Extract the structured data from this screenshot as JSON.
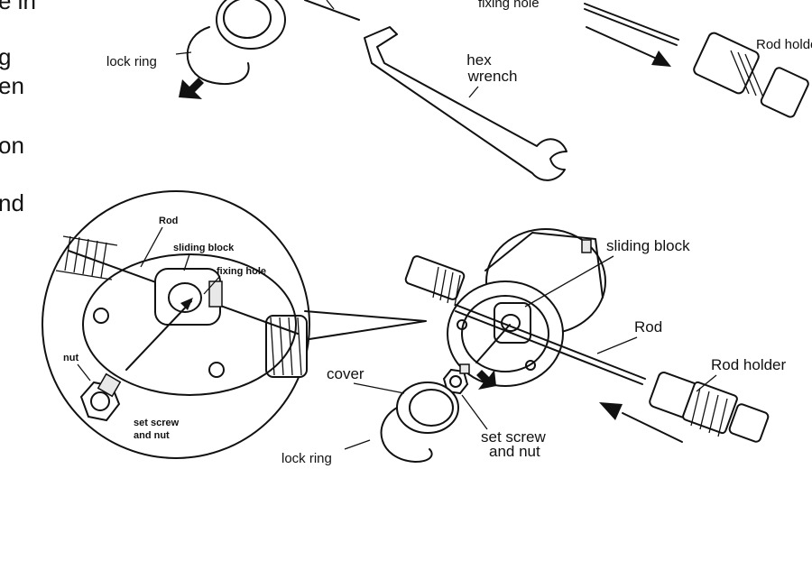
{
  "side_text_fragments": [
    "e in",
    "g",
    "en",
    "on",
    "nd"
  ],
  "labels": {
    "top_fixing_hole": "fixing hole",
    "top_rod_holder": "Rod holder",
    "top_lock_ring": "lock ring",
    "hex_wrench": [
      "hex",
      "wrench"
    ],
    "sliding_block": "sliding block",
    "rod": "Rod",
    "rod_holder": "Rod holder",
    "cover": "cover",
    "set_screw_and_nut": [
      "set screw",
      "and nut"
    ],
    "lock_ring": "lock ring"
  },
  "inset_labels": {
    "rod": "Rod",
    "sliding_block": "sliding block",
    "fixing_hole": "fixing hole",
    "nut": "nut",
    "set_screw_and_nut": [
      "set screw",
      "and nut"
    ]
  },
  "colors": {
    "ink": "#111111",
    "paper": "#ffffff"
  }
}
